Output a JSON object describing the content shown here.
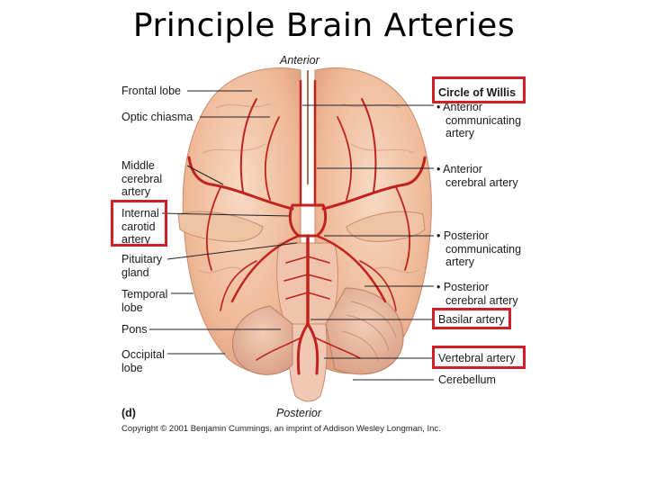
{
  "title": "Principle Brain Arteries",
  "orientation": {
    "top": "Anterior",
    "bottom": "Posterior"
  },
  "panel_label": "(d)",
  "left_labels": {
    "frontal_lobe": "Frontal lobe",
    "optic_chiasma": "Optic chiasma",
    "middle_cerebral": [
      "Middle",
      "cerebral",
      "artery"
    ],
    "internal_carotid": [
      "Internal",
      "carotid",
      "artery"
    ],
    "pituitary": [
      "Pituitary",
      "gland"
    ],
    "temporal": [
      "Temporal",
      "lobe"
    ],
    "pons": "Pons",
    "occipital": [
      "Occipital",
      "lobe"
    ]
  },
  "right_labels": {
    "circle_of_willis": "Circle of Willis",
    "anterior_communicating": [
      "• Anterior",
      "communicating",
      "artery"
    ],
    "anterior_cerebral": [
      "• Anterior",
      "cerebral artery"
    ],
    "posterior_communicating": [
      "• Posterior",
      "communicating",
      "artery"
    ],
    "posterior_cerebral": [
      "• Posterior",
      "cerebral artery"
    ],
    "basilar": "Basilar artery",
    "vertebral": "Vertebral artery",
    "cerebellum": "Cerebellum"
  },
  "copyright": "Copyright © 2001 Benjamin Cummings, an imprint of Addison Wesley Longman, Inc.",
  "colors": {
    "highlight_box": "#d21f26",
    "artery": "#c0221e",
    "brain": "#f3c4a6"
  }
}
